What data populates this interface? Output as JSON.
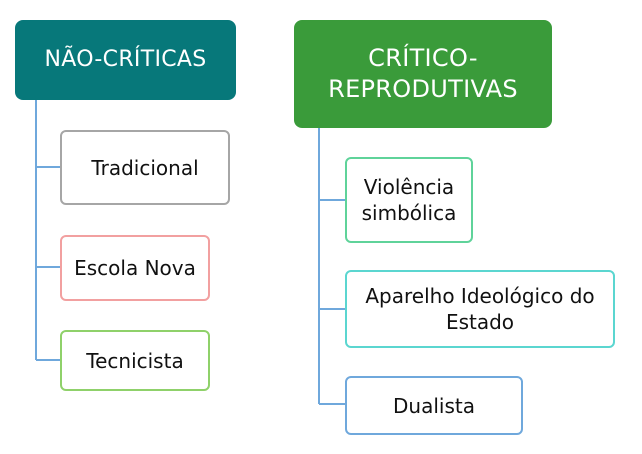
{
  "colors": {
    "nao_criticas_header": "#07787A",
    "critico_reprodutivas_header": "#3A9B3A",
    "connector_line": "#6FA8DC",
    "tradicional_border": "#A6A6A6",
    "escola_nova_border": "#F2A0A0",
    "tecnicista_border": "#8FD16A",
    "violencia_border": "#5FD39A",
    "aparelho_border": "#5BD6D0",
    "dualista_border": "#6FA8DC"
  },
  "left_group": {
    "header": "NÃO-CRÍTICAS",
    "items": [
      "Tradicional",
      "Escola Nova",
      "Tecnicista"
    ]
  },
  "right_group": {
    "header": "CRÍTICO-\nREPRODUTIVAS",
    "items": [
      "Violência\nsimbólica",
      "Aparelho Ideológico do\nEstado",
      "Dualista"
    ]
  }
}
